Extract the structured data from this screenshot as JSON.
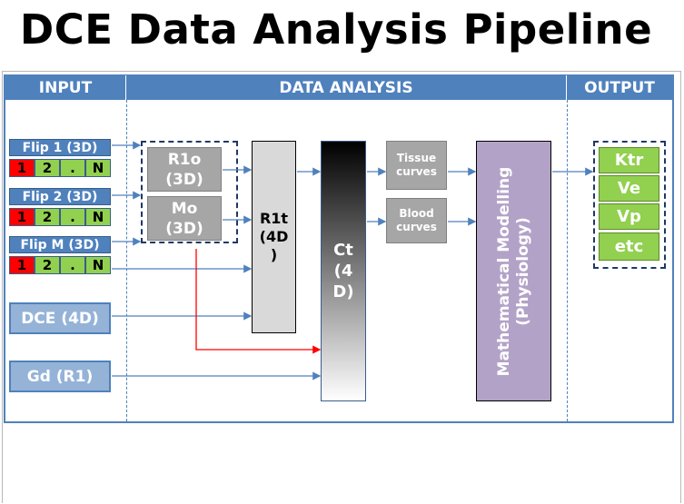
{
  "title": "DCE Data Analysis Pipeline",
  "headers": {
    "input": "INPUT",
    "analysis": "DATA ANALYSIS",
    "output": "OUTPUT"
  },
  "flips": [
    {
      "label": "Flip 1 (3D)",
      "cells": [
        "1",
        "2",
        ".",
        "N"
      ]
    },
    {
      "label": "Flip 2 (3D)",
      "cells": [
        "1",
        "2",
        ".",
        "N"
      ]
    },
    {
      "label": "Flip M (3D)",
      "cells": [
        "1",
        "2",
        ".",
        "N"
      ]
    }
  ],
  "dce_input": "DCE (4D)",
  "gd_input": "Gd (R1)",
  "r1o": {
    "line1": "R1o",
    "line2": "(3D)"
  },
  "mo": {
    "line1": "Mo",
    "line2": "(3D)"
  },
  "r1t": {
    "line1": "R1t",
    "line2": "(4D",
    "line3": ")"
  },
  "ct": {
    "line1": "Ct",
    "line2": "(4",
    "line3": "D)"
  },
  "tissue": {
    "line1": "Tissue",
    "line2": "curves"
  },
  "blood": {
    "line1": "Blood",
    "line2": "curves"
  },
  "modelling": {
    "line1": "Mathematical Modelling",
    "line2": "(Physiology)"
  },
  "outputs": [
    "Ktr",
    "Ve",
    "Vp",
    "etc"
  ],
  "colors": {
    "header_blue": "#4f81bd",
    "green": "#92d050",
    "red": "#ff0000",
    "purple": "#b3a2c7",
    "grey": "#a6a6a6",
    "red_wire": "#ff0000"
  }
}
